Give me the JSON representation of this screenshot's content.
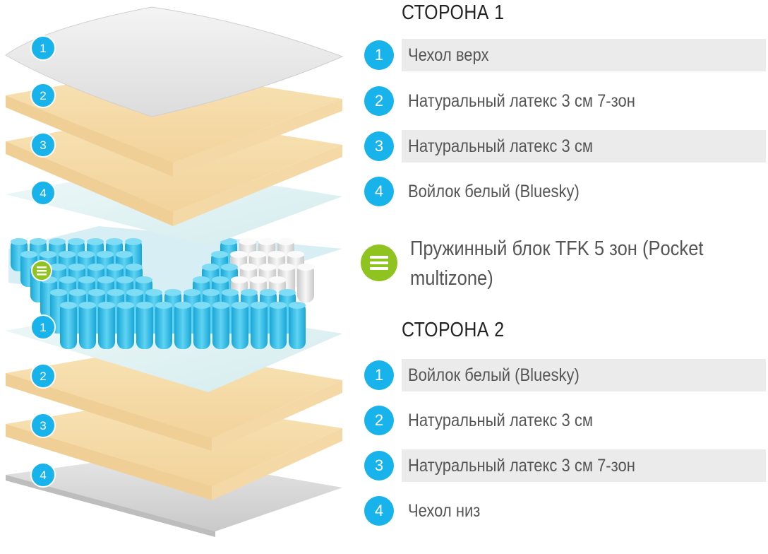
{
  "side1": {
    "title": "СТОРОНА 1",
    "layers": [
      {
        "num": "1",
        "label": "Чехол верх",
        "shaded": true
      },
      {
        "num": "2",
        "label": "Натуральный латекс 3 см 7-зон",
        "shaded": false
      },
      {
        "num": "3",
        "label": "Натуральный латекс 3 см",
        "shaded": true
      },
      {
        "num": "4",
        "label": "Войлок белый (Bluesky)",
        "shaded": false
      }
    ]
  },
  "spring": {
    "label_line1": "Пружинный блок TFK 5 зон (Pocket",
    "label_line2": "multizone)",
    "icon": "layers-icon"
  },
  "side2": {
    "title": "СТОРОНА 2",
    "layers": [
      {
        "num": "1",
        "label": "Войлок белый (Bluesky)",
        "shaded": true
      },
      {
        "num": "2",
        "label": "Натуральный латекс 3 см",
        "shaded": false
      },
      {
        "num": "3",
        "label": "Натуральный латекс 3 см 7-зон",
        "shaded": true
      },
      {
        "num": "4",
        "label": "Чехол низ",
        "shaded": false
      }
    ]
  },
  "illustration_labels": [
    "1",
    "2",
    "3",
    "4",
    "1",
    "2",
    "3",
    "4"
  ],
  "colors": {
    "badge_blue": "#17b3ea",
    "badge_green": "#8fc31f",
    "latex": "#f7dfae",
    "felt": "#dff1f2",
    "springs_blue": "#3cc3e8",
    "springs_gray": "#e6e6e6",
    "row_shade": "#ebebeb"
  }
}
